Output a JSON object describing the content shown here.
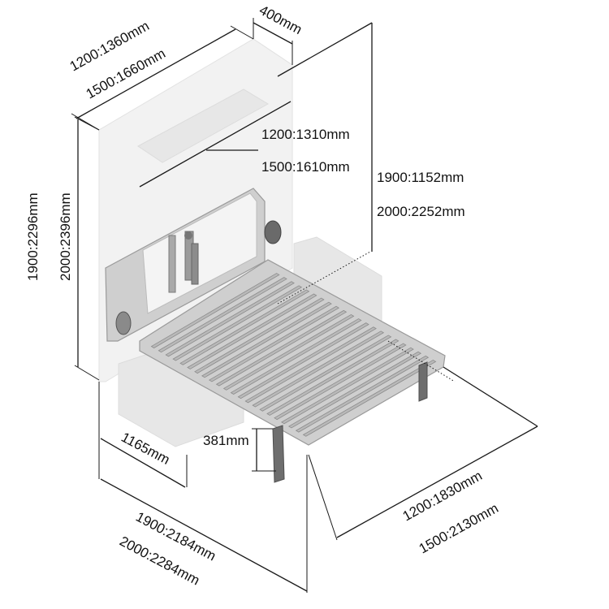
{
  "dimensions": {
    "depth": "400mm",
    "cabinet_width_a": "1200:1360mm",
    "cabinet_width_b": "1500:1660mm",
    "inner_width_a": "1200:1310mm",
    "inner_width_b": "1500:1610mm",
    "height_right_a": "1900:1152mm",
    "height_right_b": "2000:2252mm",
    "height_left_a": "1900:2296mm",
    "height_left_b": "2000:2396mm",
    "leg_height": "381mm",
    "bed_offset": "1165mm",
    "bed_width_a": "1200:1830mm",
    "bed_width_b": "1500:2130mm",
    "bed_length_a": "1900:2184mm",
    "bed_length_b": "2000:2284mm"
  }
}
